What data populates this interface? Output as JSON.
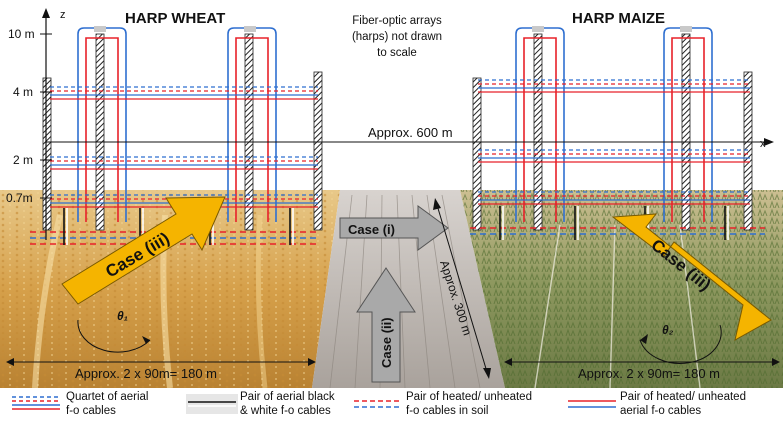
{
  "diagram": {
    "titles": {
      "wheat": "HARP WHEAT",
      "maize": "HARP MAIZE",
      "note": [
        "Fiber-optic arrays",
        "(harps) not drawn",
        "to scale"
      ]
    },
    "axes": {
      "z": "z",
      "x": "x",
      "height_labels": [
        "10 m",
        "4 m",
        "2 m",
        "0.7m"
      ],
      "distance_label": "Approx. 600 m"
    },
    "cases": {
      "wheat": "Case (iii)",
      "center_i": "Case (i)",
      "center_ii": "Case (ii)",
      "maize": "Case (iii)"
    },
    "angles": {
      "theta1": "θ₁",
      "theta2": "θ₂"
    },
    "dimensions": {
      "wheat_width": "Approx.  2 x 90m= 180 m",
      "maize_width": "Approx.  2 x 90m= 180 m",
      "center_length": "Approx.  300 m"
    },
    "colors": {
      "red_cable": "#e8222a",
      "blue_cable": "#2f6fd0",
      "arrow_yellow": "#f5b400",
      "arrow_grey": "#a9a9a9",
      "wheat_field": "#d9a84e",
      "maize_field": "#7f8d56",
      "bare_field": "#b8b2ac"
    }
  },
  "legend": [
    {
      "icon": "quartet-cable-icon",
      "lines": [
        "Quartet of aerial",
        "f-o cables"
      ]
    },
    {
      "icon": "black-white-cable-icon",
      "lines": [
        "Pair of aerial black",
        "& white f-o cables"
      ]
    },
    {
      "icon": "soil-cable-icon",
      "lines": [
        "Pair of heated/ unheated",
        "f-o cables in soil"
      ]
    },
    {
      "icon": "heated-aerial-cable-icon",
      "lines": [
        "Pair of heated/ unheated",
        "aerial f-o cables"
      ]
    }
  ]
}
